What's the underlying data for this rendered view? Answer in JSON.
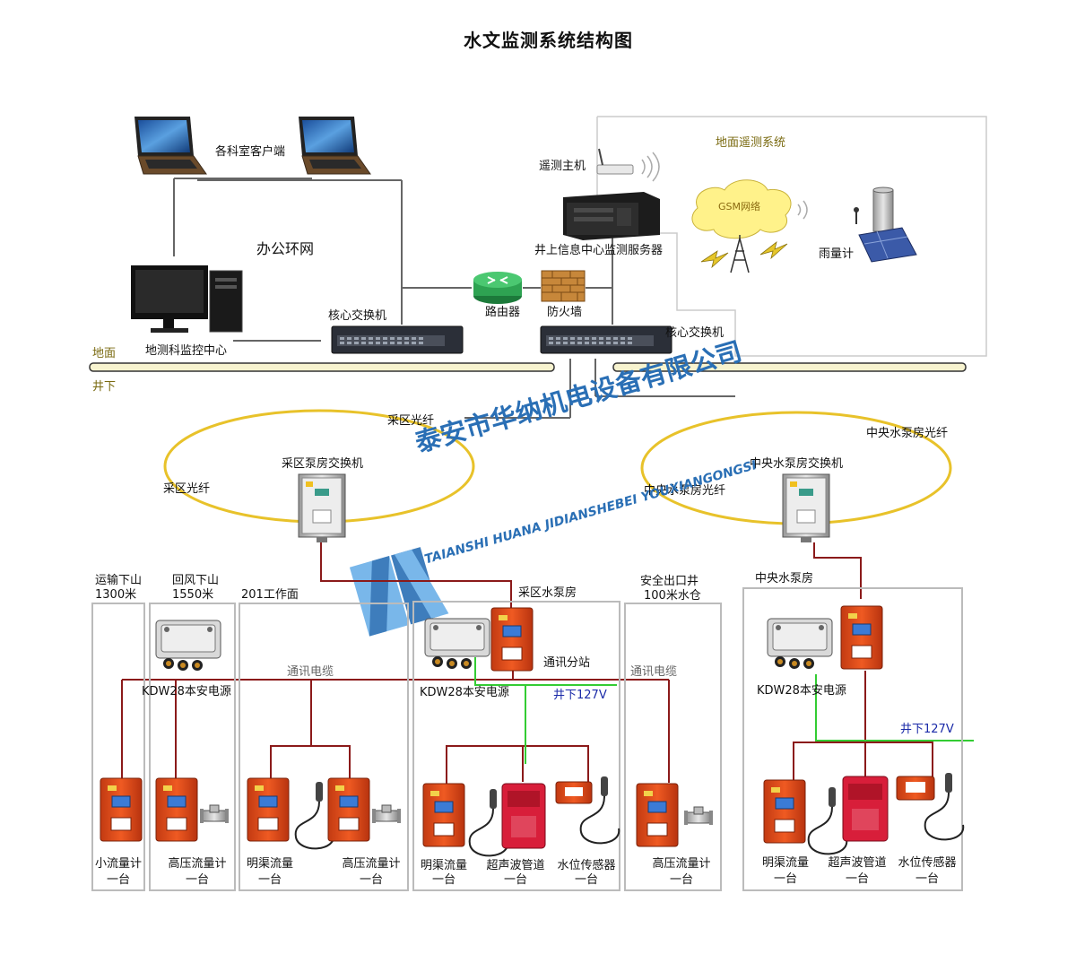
{
  "title": "水文监测系统结构图",
  "office": {
    "clients_label": "各科室客户端",
    "network_label": "办公环网",
    "monitor_center_label": "地测科监控中心",
    "core_switch_left": "核心交换机",
    "router_label": "路由器",
    "firewall_label": "防火墙",
    "server_label": "井上信息中心监测服务器",
    "core_switch_right": "核心交换机"
  },
  "telemetry": {
    "system_label": "地面遥测系统",
    "host_label": "遥测主机",
    "gsm_label": "GSM网络",
    "rain_gauge_label": "雨量计"
  },
  "levels": {
    "ground": "地面",
    "underground": "井下"
  },
  "rings": {
    "mining_fiber_top": "采区光纤",
    "mining_fiber_left": "采区光纤",
    "mining_switch": "采区泵房交换机",
    "central_fiber_top": "中央水泵房光纤",
    "central_fiber_left": "中央水泵房光纤",
    "central_switch": "中央水泵房交换机"
  },
  "watermark": {
    "name": "泰安市华纳机电设备有限公司",
    "pinyin": "TAIANSHI HUANA JIDIANSHEBEI YOUXIANGONGSI"
  },
  "groups": {
    "transport_line1": "运输下山",
    "transport_line2": "1300米",
    "return_line1": "回风下山",
    "return_line2": "1550米",
    "workface": "201工作面",
    "mining_pump": "采区水泵房",
    "exit_line1": "安全出口井",
    "exit_line2": "100米水仓",
    "central_pump": "中央水泵房"
  },
  "equipment": {
    "psu_1": "KDW28本安电源",
    "psu_2": "KDW28本安电源",
    "psu_3": "KDW28本安电源",
    "substation": "通讯分站",
    "cable_1": "通讯电缆",
    "cable_2": "通讯电缆",
    "power_1": "井下127V",
    "power_2": "井下127V"
  },
  "devices": {
    "d1_name": "小流量计",
    "d1_qty": "一台",
    "d2_name": "高压流量计",
    "d2_qty": "一台",
    "d3_name": "明渠流量",
    "d3_qty": "一台",
    "d4_name": "高压流量计",
    "d4_qty": "一台",
    "d5_name": "明渠流量",
    "d5_qty": "一台",
    "d6_name": "超声波管道",
    "d6_qty": "一台",
    "d7_name": "水位传感器",
    "d7_qty": "一台",
    "d8_name": "高压流量计",
    "d8_qty": "一台",
    "d9_name": "明渠流量",
    "d9_qty": "一台",
    "d10_name": "超声波管道",
    "d10_qty": "一台",
    "d11_name": "水位传感器",
    "d11_qty": "一台"
  },
  "colors": {
    "cable": "#8b1a1a",
    "power_line": "#33cc33",
    "fiber_ring": "#e8c22a",
    "device_orange": "#e04a1a",
    "ground_bar": "#f7f3cf",
    "watermark_blue": "#2a6fb5"
  }
}
